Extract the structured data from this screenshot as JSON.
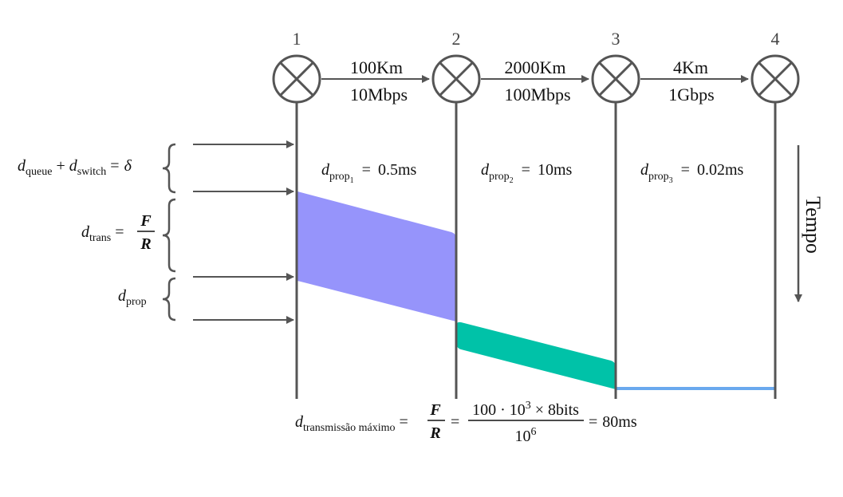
{
  "colors": {
    "line": "#555555",
    "packet1": "#9694fb",
    "packet2": "#00c2a8",
    "packet3": "#6aa9ee"
  },
  "nodes": [
    {
      "label": "1"
    },
    {
      "label": "2"
    },
    {
      "label": "3"
    },
    {
      "label": "4"
    }
  ],
  "links": [
    {
      "distance": "100Km",
      "rate": "10Mbps"
    },
    {
      "distance": "2000Km",
      "rate": "100Mbps"
    },
    {
      "distance": "4Km",
      "rate": "1Gbps"
    }
  ],
  "delays": [
    {
      "sub": "1",
      "value": "0.5ms"
    },
    {
      "sub": "2",
      "value": "10ms"
    },
    {
      "sub": "3",
      "value": "0.02ms"
    }
  ],
  "legend": {
    "queue_switch": {
      "d1": "d",
      "s1": "queue",
      "plus": "+",
      "d2": "d",
      "s2": "switch",
      "eq": "=",
      "delta": "δ"
    },
    "trans": {
      "d": "d",
      "sub": "trans",
      "eq": "=",
      "num": "F",
      "den": "R"
    },
    "prop": {
      "d": "d",
      "sub": "prop"
    }
  },
  "prop_symbol": {
    "d": "d",
    "sub": "prop"
  },
  "time_axis": {
    "label": "Tempo"
  },
  "formula": {
    "d": "d",
    "sub": "transmissão máximo",
    "eq1": "=",
    "frac1_num": "F",
    "frac1_den": "R",
    "eq2": "=",
    "frac2_num_a": "100 · 10",
    "frac2_num_exp": "3",
    "frac2_num_b": " × 8bits",
    "frac2_den_a": "10",
    "frac2_den_exp": "6",
    "eq3": "=",
    "result": "80ms"
  }
}
